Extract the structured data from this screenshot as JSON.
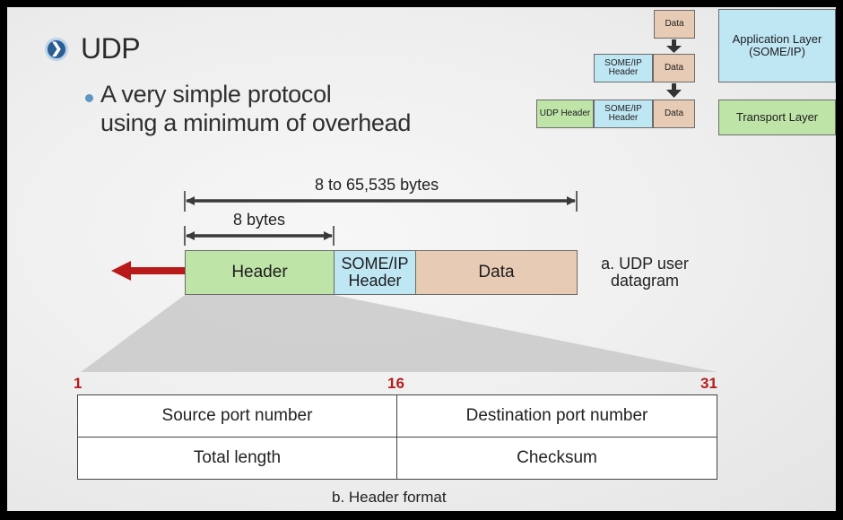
{
  "title": "UDP",
  "bullet": {
    "line1": "A very simple protocol",
    "line2": "using a minimum of overhead"
  },
  "stack": {
    "data": "Data",
    "someip_header": "SOME/IP Header",
    "udp_header": "UDP Header",
    "app_layer": "Application Layer (SOME/IP)",
    "transport_layer": "Transport Layer"
  },
  "datagram": {
    "total_span": "8 to 65,535 bytes",
    "header_span": "8 bytes",
    "header": "Header",
    "someip_header": "SOME/IP Header",
    "data": "Data",
    "caption": "a. UDP user datagram"
  },
  "header_format": {
    "bit_start": "1",
    "bit_mid": "16",
    "bit_end": "31",
    "rows": [
      [
        "Source port number",
        "Destination port number"
      ],
      [
        "Total length",
        "Checksum"
      ]
    ],
    "caption": "b. Header format"
  },
  "colors": {
    "header_green": "#bfe4a8",
    "someip_blue": "#bfe6f3",
    "data_tan": "#e7cbb4",
    "bit_red": "#b51d1d",
    "arrow_red": "#b81919"
  }
}
